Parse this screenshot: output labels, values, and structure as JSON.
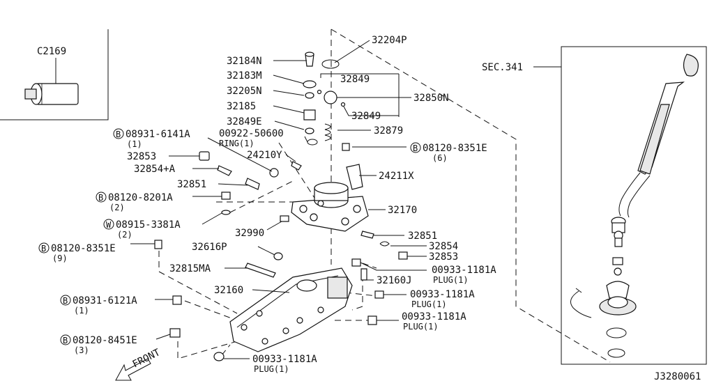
{
  "diagram": {
    "ref_code": "J3280061",
    "front_label": "FRONT",
    "inset_part": "C2169",
    "section_label": "SEC.341",
    "parts": {
      "p32204P": "32204P",
      "p32184N": "32184N",
      "p32183M": "32183M",
      "p32849a": "32849",
      "p32205N": "32205N",
      "p32850N": "32850N",
      "p32185": "32185",
      "p32849b": "32849",
      "p32849E": "32849E",
      "p00922": "00922-50600",
      "p00922_sub": "RING(1)",
      "p32879": "32879",
      "b08931_6141A": "08931-6141A",
      "b08931_6141A_q": "(1)",
      "b08120_8351E_a": "08120-8351E",
      "b08120_8351E_a_q": "(6)",
      "p32853a": "32853",
      "p24210Y": "24210Y",
      "p32854A": "32854+A",
      "p24211X": "24211X",
      "p32851a": "32851",
      "b08120_8201A": "08120-8201A",
      "b08120_8201A_q": "(2)",
      "p32170": "32170",
      "w08915_3381A": "08915-3381A",
      "w08915_3381A_q": "(2)",
      "p32990": "32990",
      "p32851b": "32851",
      "b08120_8351E_b": "08120-8351E",
      "b08120_8351E_b_q": "(9)",
      "p32616P": "32616P",
      "p32854": "32854",
      "p32853b": "32853",
      "p32815MA": "32815MA",
      "p00933a": "00933-1181A",
      "p00933a_sub": "PLUG(1)",
      "p32160J": "32160J",
      "p32160": "32160",
      "b08931_6121A": "08931-6121A",
      "b08931_6121A_q": "(1)",
      "p00933b": "00933-1181A",
      "p00933b_sub": "PLUG(1)",
      "p00933c": "00933-1181A",
      "p00933c_sub": "PLUG(1)",
      "b08120_8451E": "08120-8451E",
      "b08120_8451E_q": "(3)",
      "p00933d": "00933-1181A",
      "p00933d_sub": "PLUG(1)"
    },
    "circle_marks": {
      "bolt": "B",
      "washer": "W"
    }
  }
}
